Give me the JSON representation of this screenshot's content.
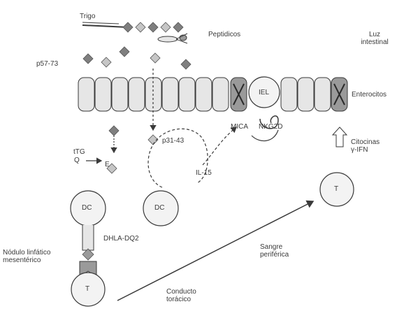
{
  "labels": {
    "trigo": "Trigo",
    "peptidos": "Peptidicos",
    "luz_line1": "Luz",
    "luz_line2": "intestinal",
    "p57": "p57-73",
    "enterocitos": "Enterocitos",
    "iel": "IEL",
    "mica": "MICA",
    "nkg2d": "NKG2D",
    "ttg": "tTG",
    "q": "Q",
    "e": "E",
    "p31": "p31-43",
    "il15": "IL-15",
    "citocinas_line1": "Citocinas",
    "citocinas_line2": "γ-IFN",
    "dc": "DC",
    "t": "T",
    "hla": "DHLA-DQ2",
    "nodulo_line1": "Nódulo linfático",
    "nodulo_line2": "mesentérico",
    "sangre_line1": "Sangre",
    "sangre_line2": "periférica",
    "conducto_line1": "Conducto",
    "conducto_line2": "torácico"
  },
  "colors": {
    "diamond_dark": "#7f7f7f",
    "diamond_light": "#c6c6c6",
    "cell_fill": "#e6e6e6",
    "blocked_cell_fill": "#9a9a9a",
    "line": "#3a3a3a"
  }
}
